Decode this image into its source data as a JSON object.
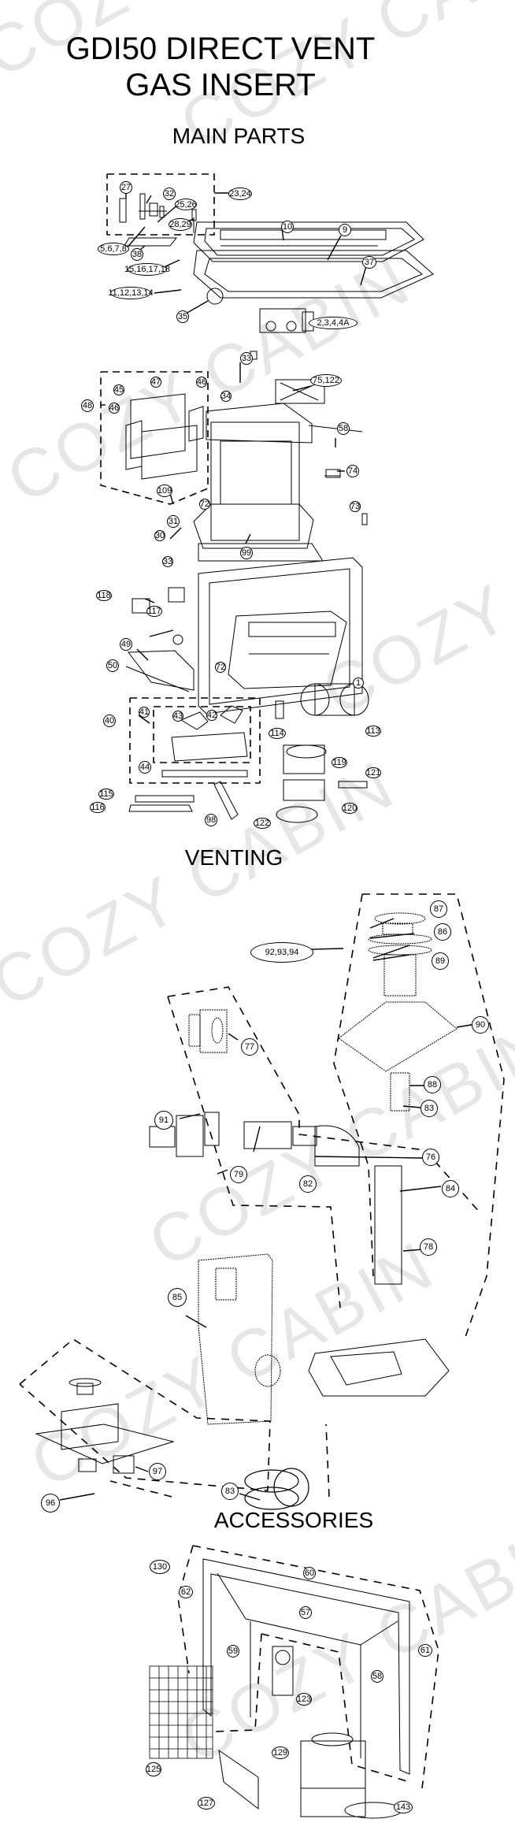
{
  "header": {
    "title_line1": "GDI50 DIRECT VENT",
    "title_line2": "GAS INSERT"
  },
  "sections": {
    "main_parts": "MAIN PARTS",
    "venting": "VENTING",
    "accessories": "ACCESSORIES"
  },
  "watermark": "COZY CABIN",
  "callouts": {
    "main_parts": [
      {
        "id": "c27",
        "label": "27"
      },
      {
        "id": "c32",
        "label": "32"
      },
      {
        "id": "c23_24",
        "label": "23,24"
      },
      {
        "id": "c25_26",
        "label": "25,26"
      },
      {
        "id": "c28_29",
        "label": "28,29"
      },
      {
        "id": "c5_8",
        "label": "5,6,7,8"
      },
      {
        "id": "c38",
        "label": "38"
      },
      {
        "id": "c15_18",
        "label": "15,16,17,18"
      },
      {
        "id": "c11_14",
        "label": "11,12,13,14"
      },
      {
        "id": "c35",
        "label": "35"
      },
      {
        "id": "c10",
        "label": "10"
      },
      {
        "id": "c9",
        "label": "9"
      },
      {
        "id": "c37",
        "label": "37"
      },
      {
        "id": "c2_4a",
        "label": "2,3,4,4A"
      },
      {
        "id": "c33a",
        "label": "33"
      },
      {
        "id": "c34",
        "label": "34"
      },
      {
        "id": "c75_122",
        "label": "75,122"
      },
      {
        "id": "c48",
        "label": "48"
      },
      {
        "id": "c45",
        "label": "45"
      },
      {
        "id": "c47",
        "label": "47"
      },
      {
        "id": "c46a",
        "label": "46"
      },
      {
        "id": "c46b",
        "label": "46"
      },
      {
        "id": "c58",
        "label": "58"
      },
      {
        "id": "c74",
        "label": "74"
      },
      {
        "id": "c109",
        "label": "109"
      },
      {
        "id": "c72a",
        "label": "72"
      },
      {
        "id": "c73",
        "label": "73"
      },
      {
        "id": "c31",
        "label": "31"
      },
      {
        "id": "c30",
        "label": "30"
      },
      {
        "id": "c99",
        "label": "99"
      },
      {
        "id": "c33b",
        "label": "33"
      },
      {
        "id": "c118",
        "label": "118"
      },
      {
        "id": "c117",
        "label": "117"
      },
      {
        "id": "c49",
        "label": "49"
      },
      {
        "id": "c50",
        "label": "50"
      },
      {
        "id": "c72b",
        "label": "72"
      },
      {
        "id": "c1",
        "label": "1"
      },
      {
        "id": "c40",
        "label": "40"
      },
      {
        "id": "c41",
        "label": "41"
      },
      {
        "id": "c43",
        "label": "43"
      },
      {
        "id": "c42",
        "label": "42"
      },
      {
        "id": "c44",
        "label": "44"
      },
      {
        "id": "c114",
        "label": "114"
      },
      {
        "id": "c113",
        "label": "113"
      },
      {
        "id": "c119",
        "label": "119"
      },
      {
        "id": "c121",
        "label": "121"
      },
      {
        "id": "c120",
        "label": "120"
      },
      {
        "id": "c115",
        "label": "115"
      },
      {
        "id": "c116",
        "label": "116"
      },
      {
        "id": "c98",
        "label": "98"
      },
      {
        "id": "c122",
        "label": "122"
      }
    ],
    "venting": [
      {
        "id": "v87",
        "label": "87"
      },
      {
        "id": "v86",
        "label": "86"
      },
      {
        "id": "v89",
        "label": "89"
      },
      {
        "id": "v92_94",
        "label": "92,93,94"
      },
      {
        "id": "v90",
        "label": "90"
      },
      {
        "id": "v77",
        "label": "77"
      },
      {
        "id": "v88",
        "label": "88"
      },
      {
        "id": "v83a",
        "label": "83"
      },
      {
        "id": "v91",
        "label": "91"
      },
      {
        "id": "v76",
        "label": "76"
      },
      {
        "id": "v79",
        "label": "79"
      },
      {
        "id": "v82",
        "label": "82"
      },
      {
        "id": "v84",
        "label": "84"
      },
      {
        "id": "v78",
        "label": "78"
      },
      {
        "id": "v85",
        "label": "85"
      },
      {
        "id": "v97",
        "label": "97"
      },
      {
        "id": "v96",
        "label": "96"
      },
      {
        "id": "v83b",
        "label": "83"
      }
    ],
    "accessories": [
      {
        "id": "a130",
        "label": "130"
      },
      {
        "id": "a60",
        "label": "60"
      },
      {
        "id": "a62",
        "label": "62"
      },
      {
        "id": "a57",
        "label": "57"
      },
      {
        "id": "a59",
        "label": "59"
      },
      {
        "id": "a61",
        "label": "61"
      },
      {
        "id": "a58",
        "label": "58"
      },
      {
        "id": "a123",
        "label": "123"
      },
      {
        "id": "a125",
        "label": "125"
      },
      {
        "id": "a129",
        "label": "129"
      },
      {
        "id": "a127",
        "label": "127"
      },
      {
        "id": "a143",
        "label": "143"
      }
    ]
  }
}
